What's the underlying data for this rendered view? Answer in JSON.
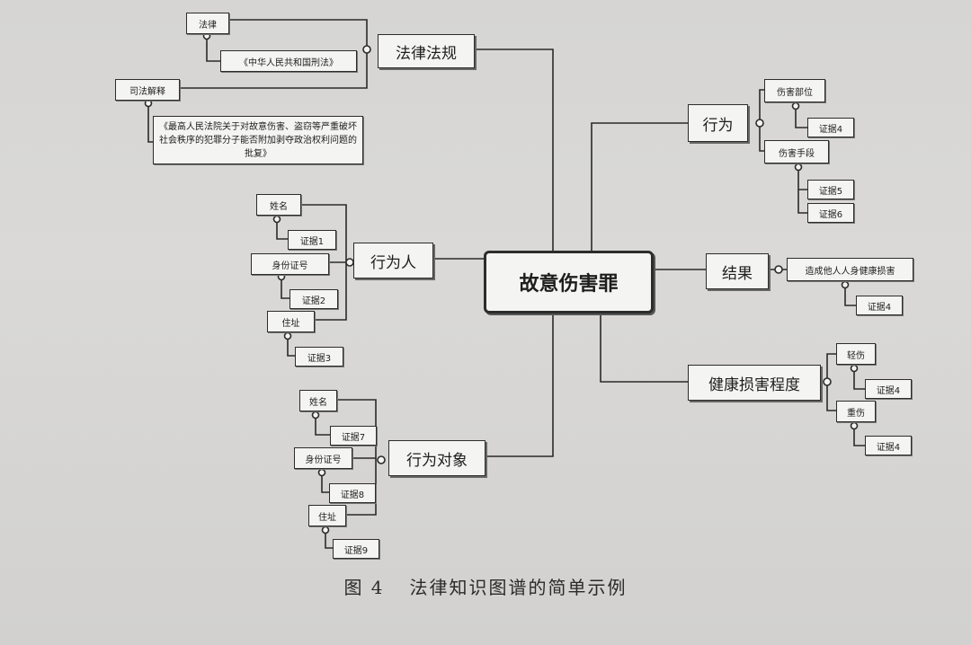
{
  "center": "故意伤害罪",
  "branches": {
    "law": {
      "label": "法律法规",
      "statute": "法律",
      "statute_name": "《中华人民共和国刑法》",
      "interpretation": "司法解释",
      "interpretation_text": "《最高人民法院关于对故意伤害、盗窃等严重破坏社会秩序的犯罪分子能否附加剥夺政治权利问题的批复》"
    },
    "actor": {
      "label": "行为人",
      "name": "姓名",
      "name_evidence": "证据1",
      "id": "身份证号",
      "id_evidence": "证据2",
      "address": "住址",
      "address_evidence": "证据3"
    },
    "target": {
      "label": "行为对象",
      "name": "姓名",
      "name_evidence": "证据7",
      "id": "身份证号",
      "id_evidence": "证据8",
      "address": "住址",
      "address_evidence": "证据9"
    },
    "act": {
      "label": "行为",
      "part": "伤害部位",
      "part_evidence": "证据4",
      "means": "伤害手段",
      "means_evidence_a": "证据5",
      "means_evidence_b": "证据6"
    },
    "result": {
      "label": "结果",
      "detail": "造成他人人身健康损害",
      "evidence": "证据4"
    },
    "severity": {
      "label": "健康损害程度",
      "minor": "轻伤",
      "minor_evidence": "证据4",
      "serious": "重伤",
      "serious_evidence": "证据4"
    }
  },
  "caption": {
    "number": "图 4",
    "title": "法律知识图谱的简单示例"
  }
}
